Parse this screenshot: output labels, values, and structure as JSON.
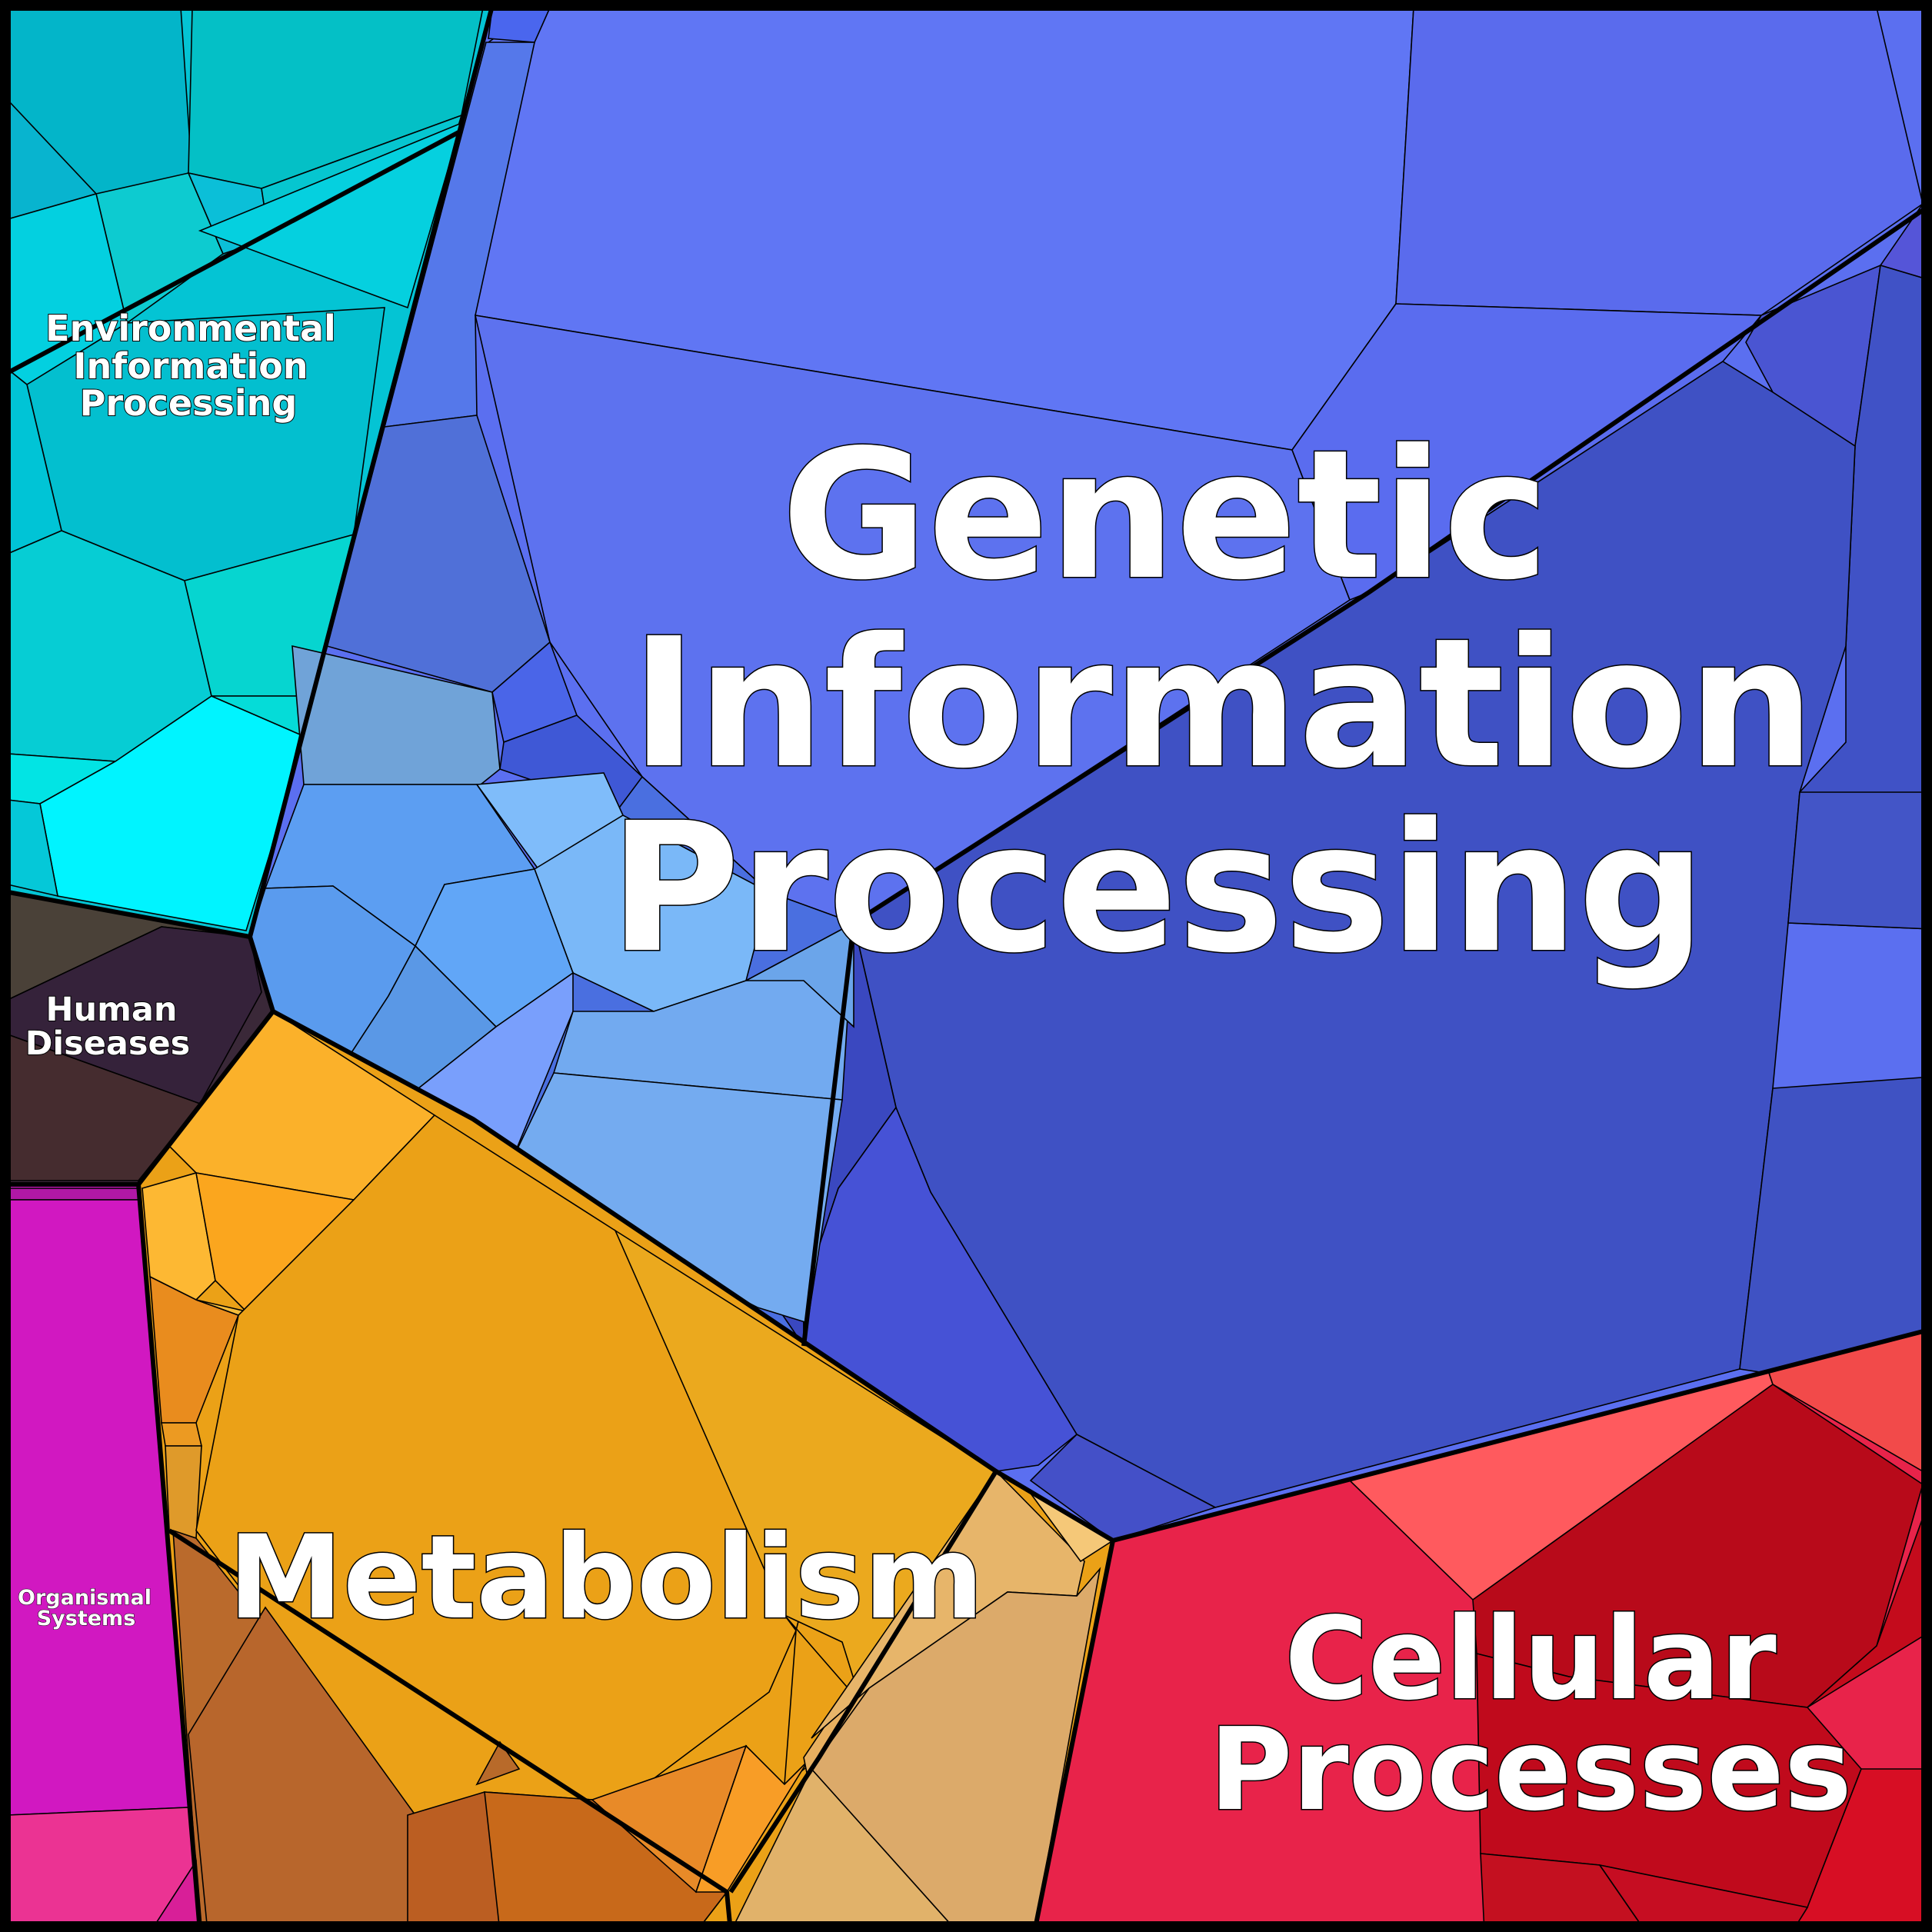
{
  "diagram": {
    "type": "voronoi-treemap",
    "regions": [
      {
        "id": "genetic",
        "lines": [
          "Genetic",
          "Information",
          "Processing"
        ],
        "color": "#5b6ff0"
      },
      {
        "id": "metabolism",
        "lines": [
          "Metabolism"
        ],
        "color": "#eba117"
      },
      {
        "id": "cellular",
        "lines": [
          "Cellular",
          "Processes"
        ],
        "color": "#e8234a"
      },
      {
        "id": "environmental",
        "lines": [
          "Environmental",
          "Information",
          "Processing"
        ],
        "color": "#07c7d6"
      },
      {
        "id": "human",
        "lines": [
          "Human",
          "Diseases"
        ],
        "color": "#3a2a3a"
      },
      {
        "id": "organismal",
        "lines": [
          "Organismal",
          "Systems"
        ],
        "color": "#d019c2"
      }
    ]
  }
}
